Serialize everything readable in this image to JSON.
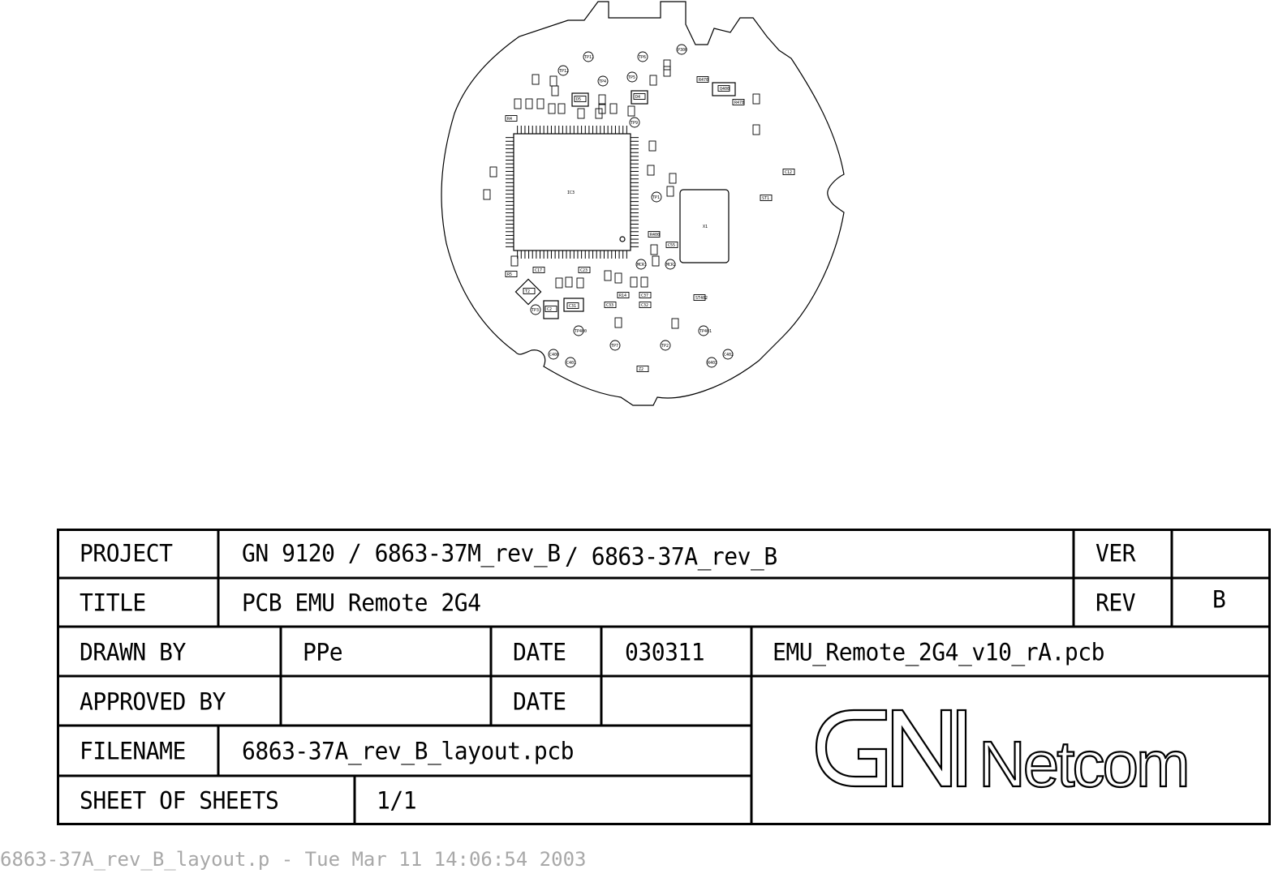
{
  "titleblock": {
    "project_label": "PROJECT",
    "project_value_a": "GN 9120 / 6863-37M_rev_B",
    "project_value_b": "/ 6863-37A_rev_B",
    "ver_label": "VER",
    "ver_value": "",
    "title_label": "TITLE",
    "title_value": "PCB EMU Remote 2G4",
    "rev_label": "REV",
    "rev_value": "B",
    "drawn_by_label": "DRAWN BY",
    "drawn_by_value": "PPe",
    "date_label": "DATE",
    "date_value": "030311",
    "pcb_file": "EMU_Remote_2G4_v10_rA.pcb",
    "approved_by_label": "APPROVED BY",
    "approved_by_value": "",
    "date2_label": "DATE",
    "date2_value": "",
    "filename_label": "FILENAME",
    "filename_value": "6863-37A_rev_B_layout.pcb",
    "sheet_label": "SHEET OF SHEETS",
    "sheet_value": "1/1",
    "logo_text": "Netcom"
  },
  "footer": "6863-37A_rev_B_layout.p - Tue Mar 11 14:06:54 2003",
  "pcb": {
    "main_ic": "IC3",
    "crystal": "X1",
    "component_labels": [
      "TP11",
      "TP12",
      "TP4",
      "TP6",
      "TP5",
      "P300",
      "TP9",
      "TP1",
      "TP3",
      "TP400",
      "TP7",
      "TP2",
      "TP401",
      "MCR1",
      "MCR2",
      "D5",
      "D4",
      "Q400",
      "R470",
      "R478",
      "C12",
      "ST1",
      "ST402",
      "C31",
      "T2",
      "C2",
      "C17",
      "C23",
      "R400",
      "C55",
      "Z2",
      "R5",
      "R4",
      "C32",
      "C33",
      "C37",
      "R14",
      "C400",
      "C401",
      "C402",
      "R403"
    ]
  }
}
